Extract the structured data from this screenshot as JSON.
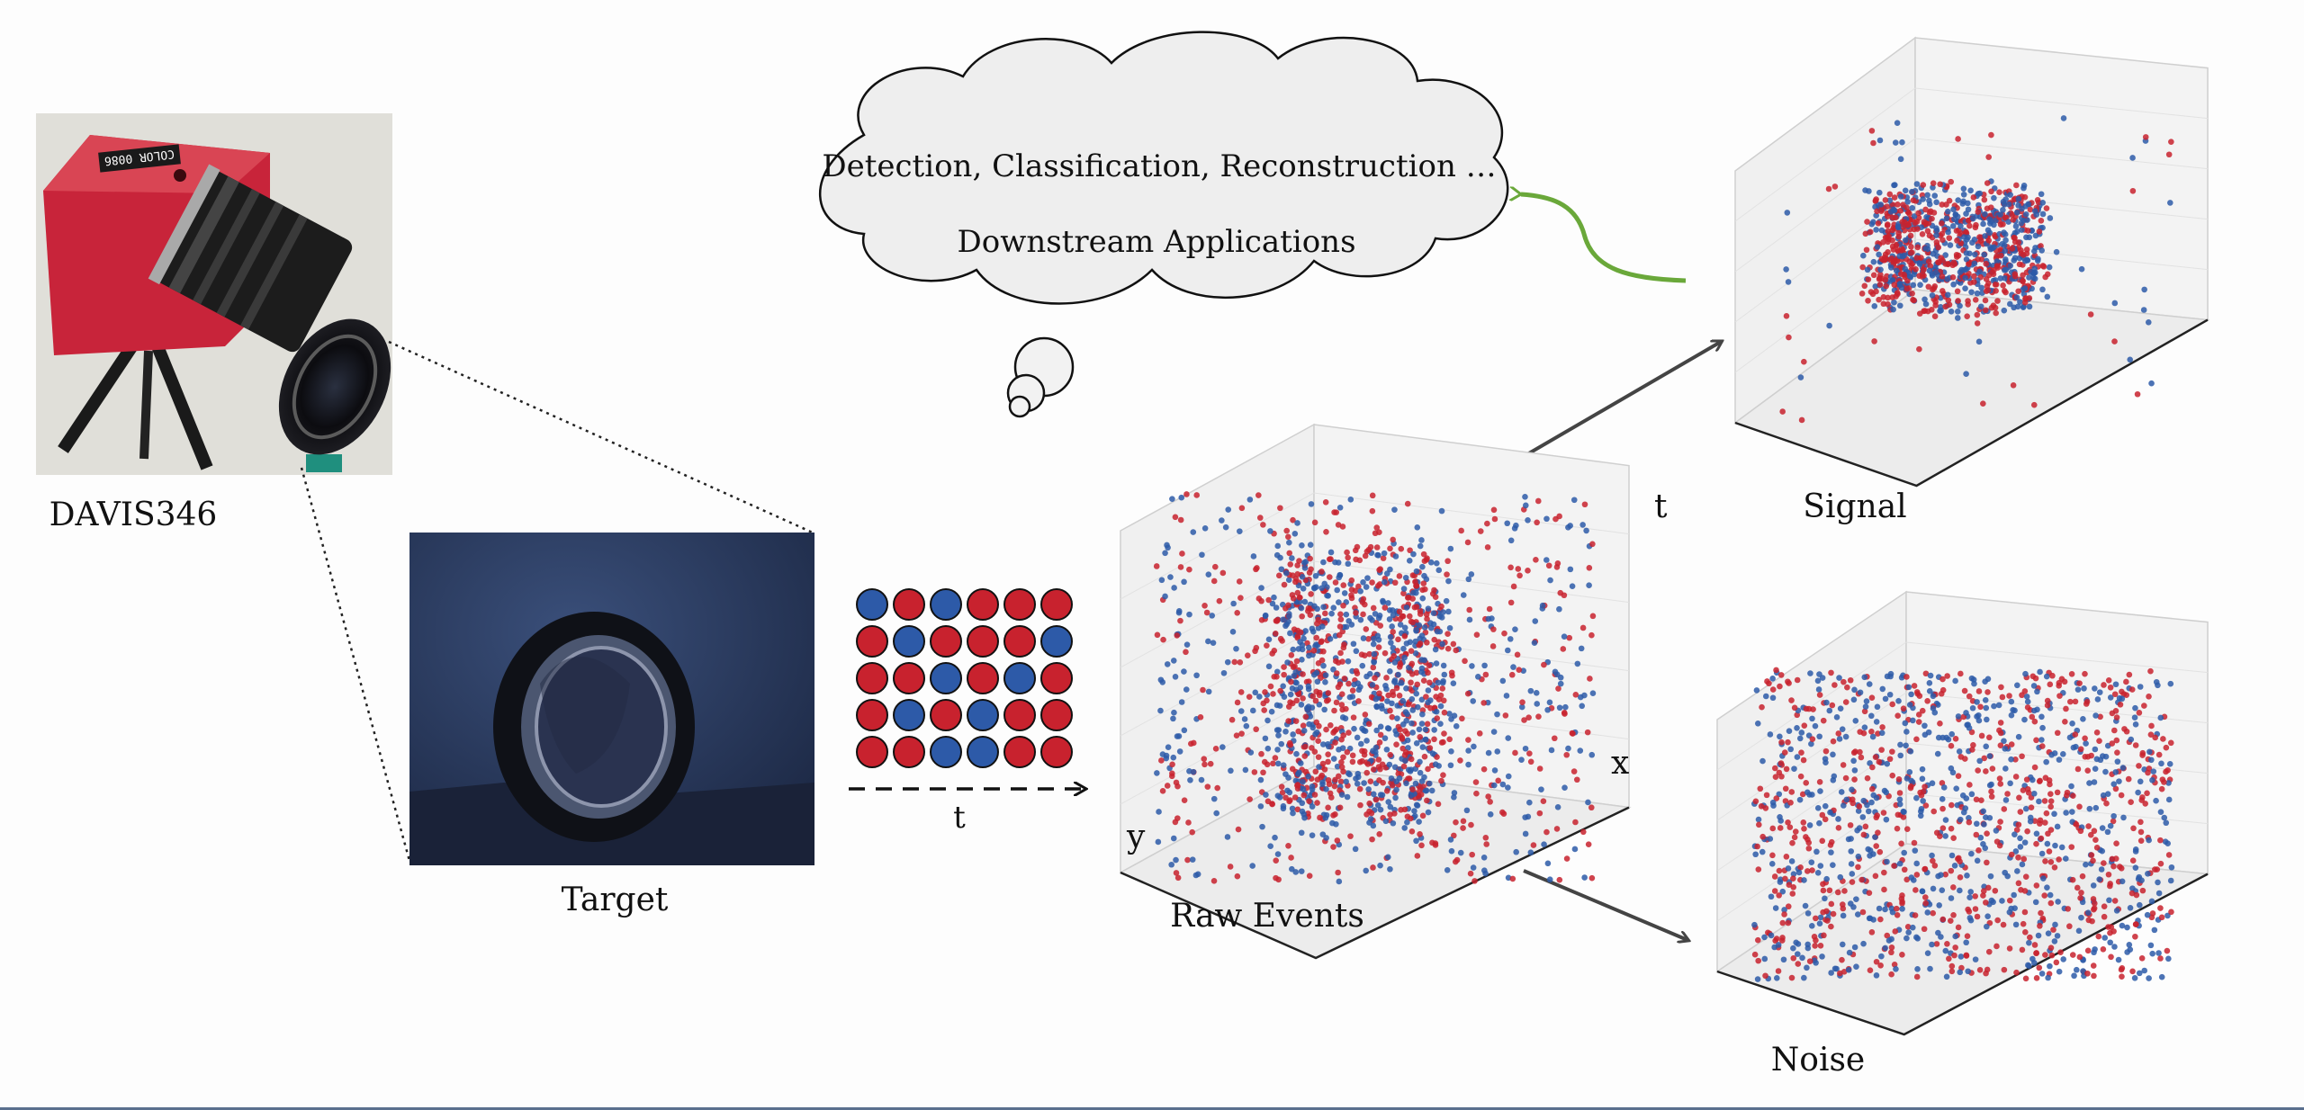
{
  "labels": {
    "camera": "DAVIS346",
    "target": "Target",
    "time_arrow": "t",
    "raw_events": "Raw Events",
    "signal": "Signal",
    "noise": "Noise",
    "axis_t": "t",
    "axis_x": "x",
    "axis_y": "y"
  },
  "camera_body_text": "COLOR 0086",
  "thought_cloud": {
    "line1": "Detection, Classification, Reconstruction …",
    "line2": "Downstream Applications"
  },
  "colors": {
    "positive_event": "#c8222e",
    "negative_event": "#2d5aa8",
    "feedback_arrow": "#6aa83a",
    "flow_arrow": "#444444",
    "camera_body": "#c8243a"
  },
  "event_grid": {
    "rows": [
      [
        "neg",
        "pos",
        "neg",
        "pos",
        "pos",
        "pos"
      ],
      [
        "pos",
        "neg",
        "pos",
        "pos",
        "pos",
        "neg"
      ],
      [
        "pos",
        "pos",
        "neg",
        "pos",
        "neg",
        "pos"
      ],
      [
        "pos",
        "neg",
        "pos",
        "neg",
        "pos",
        "pos"
      ],
      [
        "pos",
        "pos",
        "neg",
        "neg",
        "pos",
        "pos"
      ]
    ]
  },
  "scatter_plots": {
    "raw_events": {
      "type": "scatter3d",
      "signal_points": 900,
      "noise_points": 700
    },
    "signal": {
      "type": "scatter3d",
      "signal_points": 900,
      "noise_points": 60
    },
    "noise": {
      "type": "scatter3d",
      "signal_points": 0,
      "noise_points": 1300
    }
  }
}
